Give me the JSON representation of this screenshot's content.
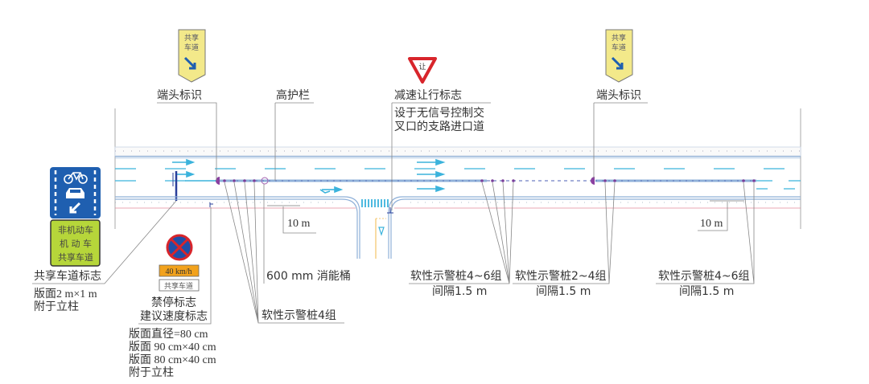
{
  "colors": {
    "lane": "#3bb3dc",
    "road_edge": "#8fb0d8",
    "barrier": "#4b5fb4",
    "post": "#7a3f9a",
    "red_line": "#e08a9a",
    "sign_blue": "#1f5fb0",
    "sign_green": "#b6d63a",
    "sign_yellow": "#f3e98a",
    "speed_orange": "#f2a21c",
    "yield_red": "#d8252b"
  },
  "top_signs": {
    "end_marker_text": [
      "共享",
      "车道"
    ],
    "yield_text": "让"
  },
  "labels": {
    "end_marker_left": "端头标识",
    "high_guardrail": "高护栏",
    "yield_sign": "减速让行标志",
    "yield_note": [
      "设于无信号控制交",
      "叉口的支路进口道"
    ],
    "end_marker_right": "端头标识",
    "dist_left": "10 m",
    "dist_right": "10 m",
    "crash_cushion": "600 mm 消能桶",
    "posts_4": "软性示警桩4组",
    "posts_a": "软性示警桩4~6组",
    "posts_a_gap": "间隔1.5 m",
    "posts_b": "软性示警桩2~4组",
    "posts_b_gap": "间隔1.5 m",
    "posts_c": "软性示警桩4~6组",
    "posts_c_gap": "间隔1.5 m",
    "shared_sign": "共享车道标志",
    "shared_sign_size": "版面2 m×1 m",
    "shared_sign_mount": "附于立柱",
    "no_parking": "禁停标志",
    "speed_advisory": "建议速度标志",
    "specs": [
      "版面直径=80 cm",
      "版面 90 cm×40 cm",
      "版面 80 cm×40 cm",
      "附于立柱"
    ]
  },
  "left_sign": {
    "lines": [
      "非机动车",
      "机 动 车",
      "共享车道"
    ]
  },
  "speed_sign": {
    "speed": "40 km/h",
    "plate": "共享车道"
  }
}
